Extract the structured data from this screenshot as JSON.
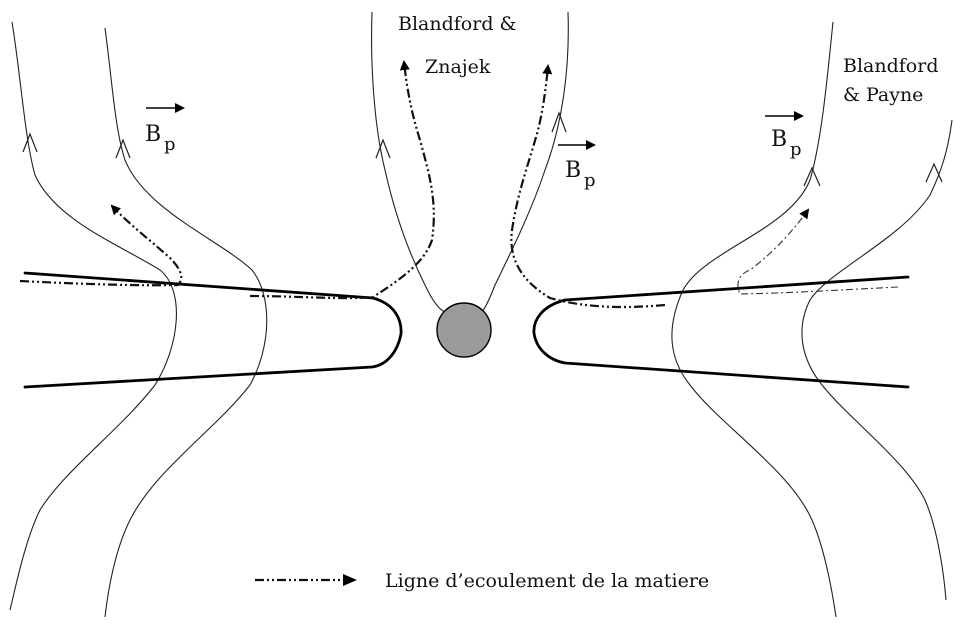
{
  "labels": {
    "bz_line1": "Blandford &",
    "bz_line2": "Znajek",
    "bp_line1": "Blandford",
    "bp_line2": "& Payne",
    "b_symbol": "B",
    "p_subscript": "p",
    "legend": "Ligne d’ecoulement de la matiere"
  },
  "colors": {
    "black_hole_fill": "#9a9a9a",
    "stroke": "#000000"
  }
}
